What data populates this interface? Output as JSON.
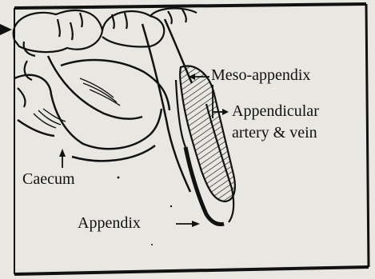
{
  "figure": {
    "labels": {
      "meso_appendix": "Meso-appendix",
      "appendicular_line1": "Appendicular",
      "appendicular_line2": "artery & vein",
      "caecum": "Caecum",
      "appendix": "Appendix"
    },
    "colors": {
      "paper": "#e9e7e2",
      "ink": "#111111"
    }
  }
}
